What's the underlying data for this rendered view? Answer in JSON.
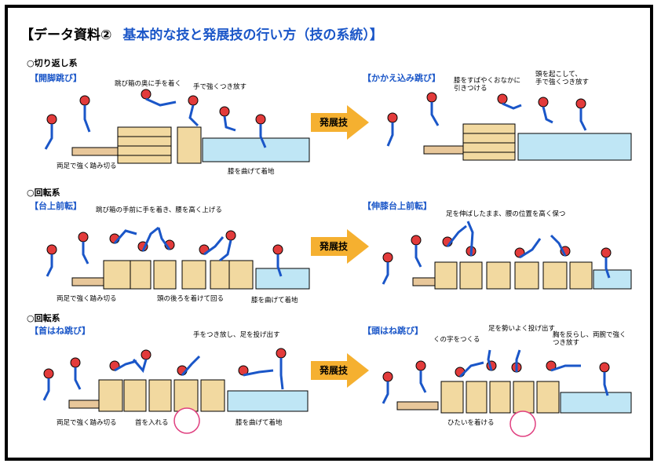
{
  "header": {
    "title_main": "【データ資料②",
    "title_sub": "基本的な技と発展技の行い方（技の系統）】"
  },
  "arrow_label": "発展技",
  "rows": [
    {
      "category": "○切り返し系",
      "left": {
        "name": "【開脚跳び】",
        "captions": [
          "跳び箱の奥に手を着く",
          "手で強くつき放す",
          "両足で強く踏み切る",
          "膝を曲げて着地"
        ]
      },
      "right": {
        "name": "【かかえ込み跳び】",
        "captions": [
          "膝をすばやくおなかに",
          "引きつける",
          "頭を起こして、",
          "手で強くつき放す"
        ]
      }
    },
    {
      "category": "○回転系",
      "left": {
        "name": "【台上前転】",
        "captions": [
          "跳び箱の手前に手を着き、腰を高く上げる",
          "両足で強く踏み切る",
          "頭の後ろを着けて回る",
          "膝を曲げて着地"
        ]
      },
      "right": {
        "name": "【伸膝台上前転】",
        "captions": [
          "足を伸ばしたまま、腰の位置を高く保つ"
        ]
      }
    },
    {
      "category": "○回転系",
      "left": {
        "name": "【首はね跳び】",
        "captions": [
          "手をつき放し、足を投げ出す",
          "両足で強く踏み切る",
          "首を入れる",
          "膝を曲げて着地"
        ]
      },
      "right": {
        "name": "【頭はね跳び】",
        "captions": [
          "足を勢いよく投げ出す",
          "くの字をつくる",
          "胸を反らし、両腕で強く",
          "つき放す",
          "ひたいを着ける"
        ]
      }
    }
  ]
}
